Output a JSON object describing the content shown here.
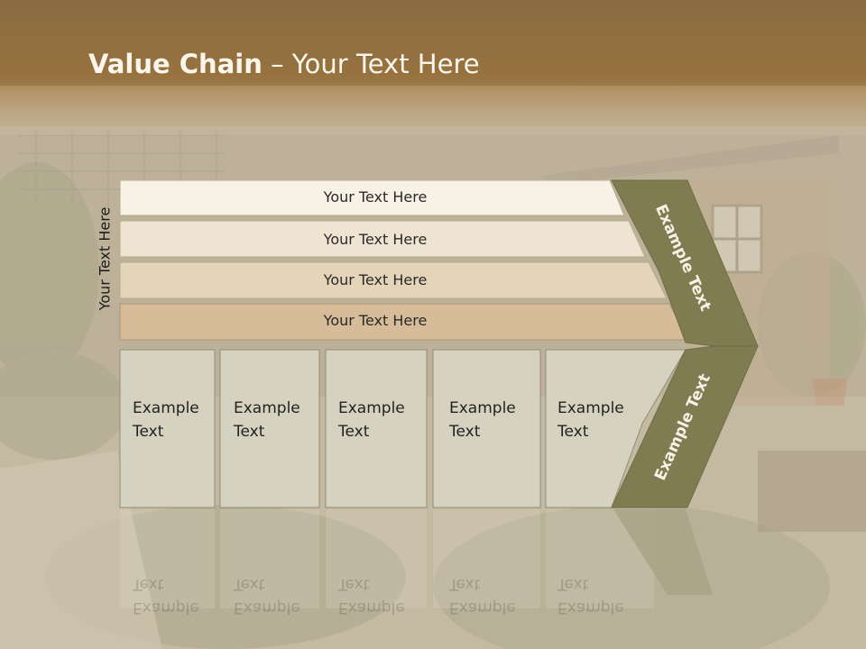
{
  "slide": {
    "title_bold": "Value Chain",
    "title_rest": " – Your Text Here",
    "side_label": "Your Text Here",
    "bars": [
      {
        "label": "Your Text Here",
        "color": "#f7f1e6"
      },
      {
        "label": "Your Text Here",
        "color": "#efe4d2"
      },
      {
        "label": "Your Text Here",
        "color": "#e4d4ba"
      },
      {
        "label": "Your Text Here",
        "color": "#d6bc98"
      }
    ],
    "columns": [
      {
        "line1": "Example",
        "line2": "Text"
      },
      {
        "line1": "Example",
        "line2": "Text"
      },
      {
        "line1": "Example",
        "line2": "Text"
      },
      {
        "line1": "Example",
        "line2": "Text"
      },
      {
        "line1": "Example",
        "line2": "Text"
      }
    ],
    "chevron_top": "Example Text",
    "chevron_bottom": "Example Text",
    "colors": {
      "header": "#8a6a3c",
      "column_fill": "#d6d5c2",
      "chevron": "#7f7c52"
    }
  }
}
